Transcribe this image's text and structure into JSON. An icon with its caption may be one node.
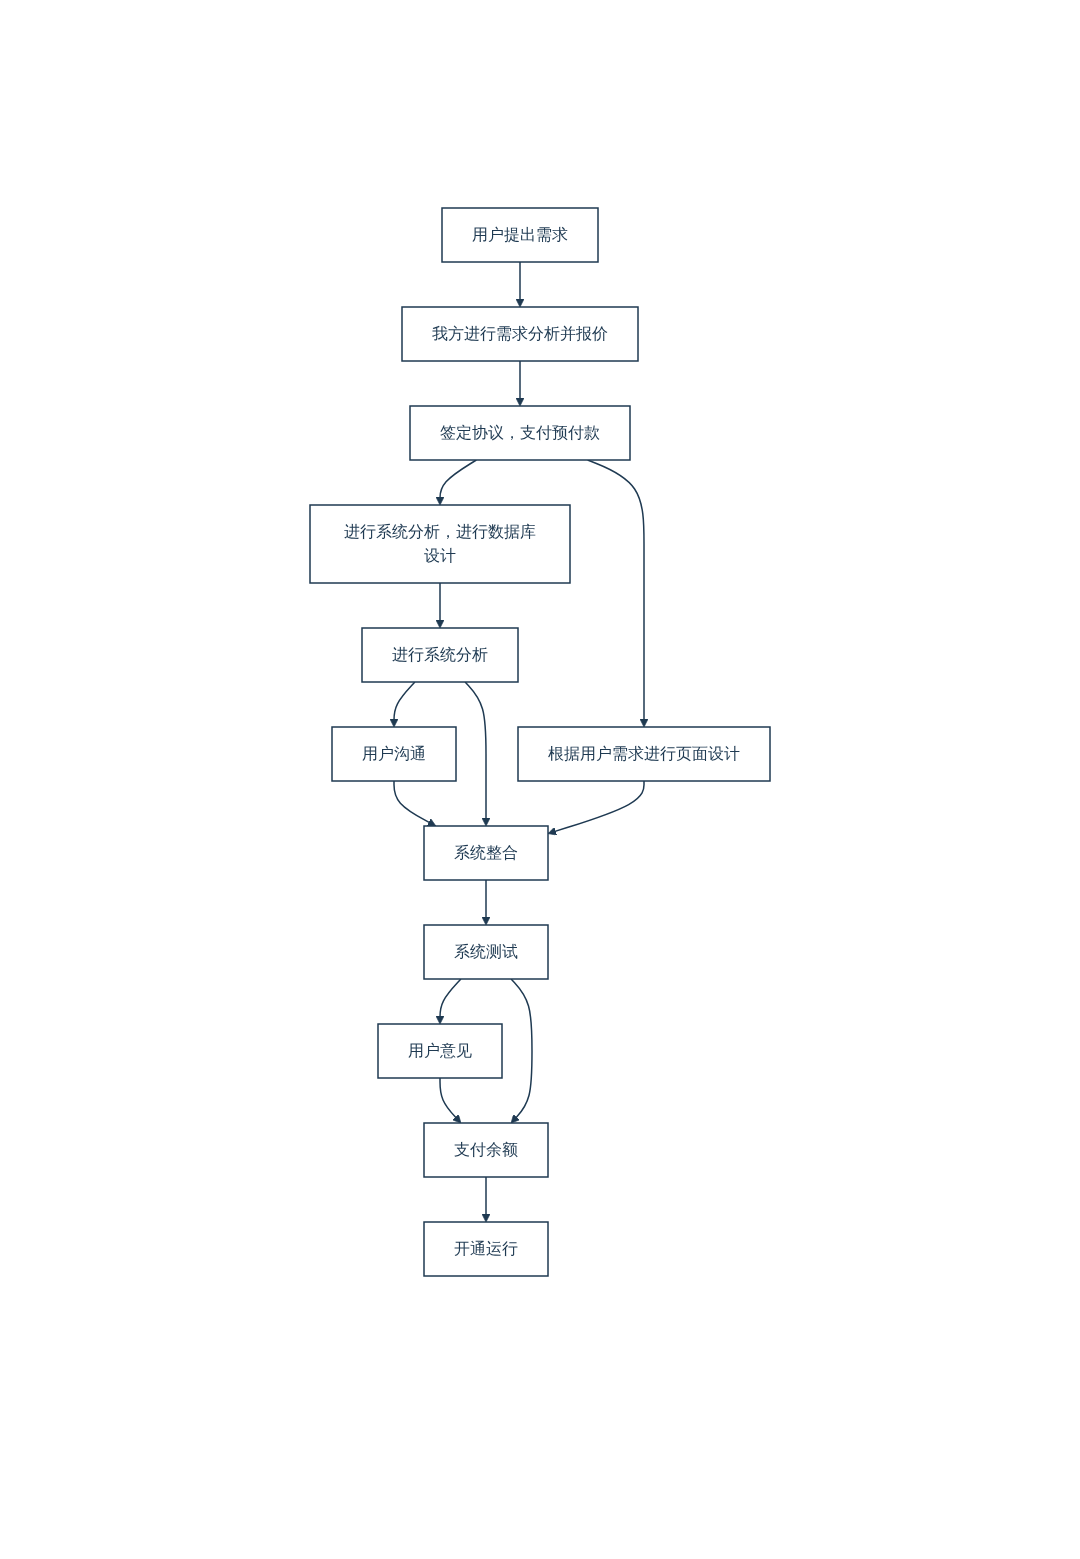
{
  "diagram": {
    "nodes": [
      {
        "text": [
          "用户提出需求"
        ]
      },
      {
        "text": [
          "我方进行需求分析并报价"
        ]
      },
      {
        "text": [
          "签定协议，支付预付款"
        ]
      },
      {
        "text": [
          "根据用户需求进行页面设计"
        ]
      },
      {
        "text": [
          "进行系统分析，进行数据库设计"
        ]
      },
      {
        "text": [
          "用户沟通"
        ]
      },
      {
        "text": [
          "进行系统分析"
        ]
      },
      {
        "text": [
          "系统整合"
        ]
      },
      {
        "text": [
          "用户意见"
        ]
      },
      {
        "text": [
          "系统测试"
        ]
      },
      {
        "text": [
          "支付余额"
        ]
      },
      {
        "text": [
          "开通运行"
        ]
      }
    ],
    "edges": [
      {
        "from": 0,
        "to": 1,
        "arrow": "to"
      },
      {
        "from": 1,
        "to": 2,
        "arrow": "to"
      },
      {
        "from": 2,
        "to": 3,
        "arrow": "to"
      },
      {
        "from": 2,
        "to": 4,
        "arrow": "to"
      },
      {
        "from": 4,
        "to": 6,
        "arrow": "to"
      },
      {
        "from": 6,
        "to": 5,
        "arrow": "to"
      },
      {
        "from": 5,
        "to": 7,
        "arrow": "to"
      },
      {
        "from": 6,
        "to": 7,
        "arrow": "to"
      },
      {
        "from": 3,
        "to": 7,
        "arrow": "to"
      },
      {
        "from": 7,
        "to": 9,
        "arrow": "to"
      },
      {
        "from": 9,
        "to": 8,
        "arrow": "to"
      },
      {
        "from": 8,
        "to": 10,
        "arrow": "to"
      },
      {
        "from": 9,
        "to": 10,
        "arrow": "to"
      },
      {
        "from": 10,
        "to": 11,
        "arrow": "to"
      }
    ]
  }
}
